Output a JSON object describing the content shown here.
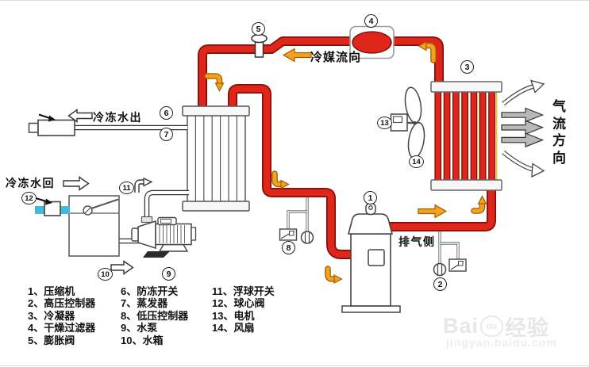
{
  "diagram": {
    "callouts": {
      "1": "1",
      "2": "2",
      "3": "3",
      "4": "4",
      "5": "5",
      "6": "6",
      "7": "7",
      "8": "8",
      "9": "9",
      "10": "10",
      "11": "11",
      "12": "12",
      "13": "13",
      "14": "14"
    },
    "texts": {
      "refrigerant_flow": "冷媒流向",
      "airflow": [
        "气",
        "流",
        "方",
        "向"
      ],
      "water_out": "冷冻水出",
      "water_return": "冷冻水回",
      "discharge_side": "排气侧"
    },
    "colors": {
      "pipe_red": "#e0251b",
      "pipe_red_dark": "#801008",
      "arrow_orange": "#f5a01f",
      "water_cyan": "#45b9d9",
      "airflow_gray": "#b9b9b9"
    }
  },
  "legend": {
    "col1": [
      "1、压缩机",
      "2、高压控制器",
      "3、冷凝器",
      "4、干燥过滤器",
      "5、膨胀阀"
    ],
    "col2": [
      "6、防冻开关",
      "7、蒸发器",
      "8、低压控制器",
      "9、水泵",
      "10、水箱"
    ],
    "col3": [
      "11、浮球开关",
      "12、球心阀",
      "13、电机",
      "14、风扇"
    ]
  },
  "watermark": {
    "part1": "Bai",
    "paw": "du",
    "part2": "经验",
    "url": "jingyan.baidu.com"
  }
}
